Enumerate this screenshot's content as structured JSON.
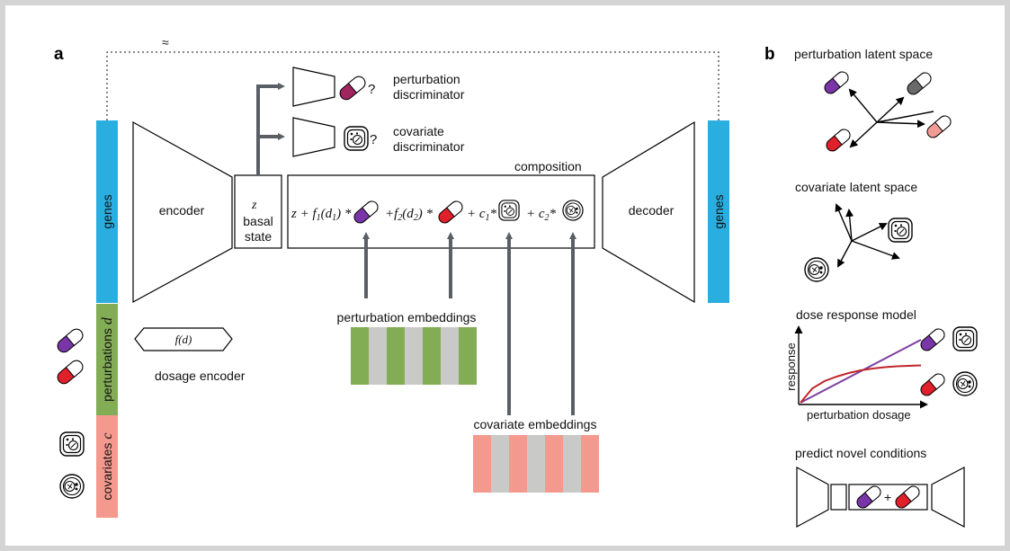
{
  "panels": {
    "a": "a",
    "b": "b"
  },
  "approx_symbol": "≈",
  "bars": {
    "genes_input": "genes",
    "genes_output": "genes",
    "perturbations_label": "perturbations",
    "perturbations_var": "d",
    "covariates_label": "covariates",
    "covariates_var": "c"
  },
  "nodes": {
    "encoder": "encoder",
    "decoder": "decoder",
    "z": "z",
    "basal_line1": "basal",
    "basal_line2": "state",
    "f_of_d": "f(d)",
    "dosage_encoder": "dosage encoder",
    "perturbation_discriminator": [
      "perturbation",
      "discriminator"
    ],
    "covariate_discriminator": [
      "covariate",
      "discriminator"
    ],
    "question_mark": "?",
    "composition": "composition",
    "perturbation_embeddings": "perturbation embeddings",
    "covariate_embeddings": "covariate embeddings"
  },
  "formula": {
    "t1": "z + f",
    "s1": "1",
    "t2": "(d",
    "s2": "1",
    "t3": ") *",
    "t4": "+f",
    "s4": "2",
    "t5": "(d",
    "s5": "2",
    "t6": ") *",
    "t7": "+ c",
    "s7": "1",
    "t8": "*",
    "t9": "+ c",
    "s9": "2",
    "t10": "*"
  },
  "panel_b": {
    "perturbation_latent_space": "perturbation latent space",
    "covariate_latent_space": "covariate latent space",
    "dose_response_model": "dose response model",
    "response_axis": "response",
    "dosage_axis": "perturbation dosage",
    "predict_novel_conditions": "predict novel conditions",
    "plus": "+"
  },
  "colors": {
    "genes_bar": "#2aaee0",
    "perturbations_bar": "#82ad55",
    "covariates_bar": "#f4998d",
    "embedding_grey": "#c9cac8",
    "arrow_grey": "#5a5f66",
    "pill_purple": "#7a35a8",
    "pill_red": "#e0202a",
    "pill_magenta": "#a0245e",
    "pill_grey": "#6a6a6a",
    "pill_pink": "#f29b94",
    "curve_red": "#c0262c",
    "line_purple": "#7a3fa0"
  },
  "chart_data": {
    "type": "line",
    "title": "dose response model",
    "xlabel": "perturbation dosage",
    "ylabel": "response",
    "x": [
      0,
      1,
      2,
      3,
      4,
      5,
      6,
      7,
      8,
      9,
      10
    ],
    "series": [
      {
        "values": [
          0,
          0.7,
          1.4,
          2.1,
          2.8,
          3.5,
          4.2,
          4.9,
          5.6,
          6.3,
          7.0
        ]
      },
      {
        "values": [
          0,
          1.6,
          2.4,
          2.9,
          3.3,
          3.6,
          3.8,
          3.95,
          4.05,
          4.1,
          4.15
        ]
      }
    ],
    "xlim": [
      0,
      10
    ],
    "ylim": [
      0,
      8
    ]
  }
}
